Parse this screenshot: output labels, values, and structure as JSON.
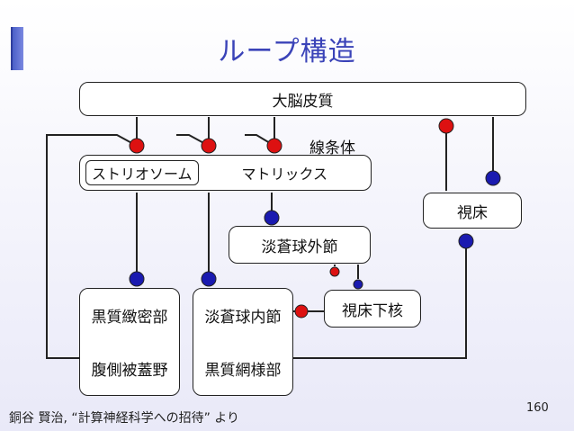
{
  "slide": {
    "title": "ループ構造",
    "page_number": "160",
    "credit": "銅谷 賢治, “計算神経科学への招待” より"
  },
  "nodes": {
    "cortex": "大脳皮質",
    "striatum_label": "線条体",
    "striosome": "ストリオソーム",
    "matrix": "マトリックス",
    "thalamus": "視床",
    "gpe": "淡蒼球外節",
    "stn": "視床下核",
    "snc": "黒質緻密部",
    "vta": "腹側被蓋野",
    "gpi": "淡蒼球内節",
    "snr": "黒質網様部"
  },
  "colors": {
    "excitatory": "#dd1111",
    "inhibitory": "#1a1ab0",
    "title": "#3a43b8"
  }
}
